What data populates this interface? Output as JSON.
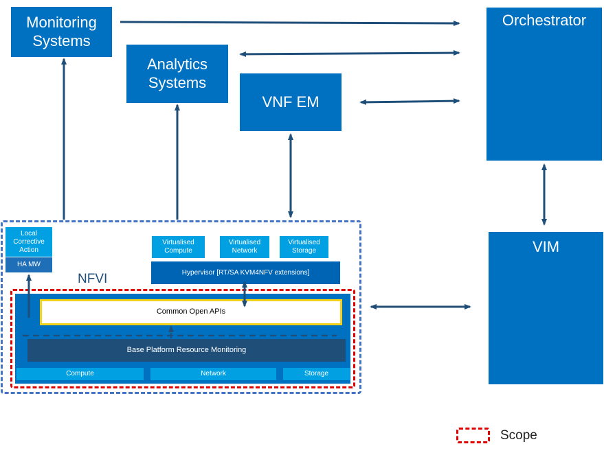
{
  "boxes": {
    "monitoring": "Monitoring Systems",
    "analytics": "Analytics Systems",
    "vnf_em": "VNF EM",
    "orchestrator": "Orchestrator",
    "vim": "VIM",
    "local_corrective": "Local Corrective Action",
    "ha_mw": "HA MW",
    "virt_compute": "Virtualised Compute",
    "virt_network": "Virtualised Network",
    "virt_storage": "Virtualised Storage",
    "hypervisor": "Hypervisor [RT/SA KVM4NFV extensions]",
    "common_apis": "Common Open APIs",
    "base_platform": "Base Platform Resource Monitoring",
    "compute": "Compute",
    "network": "Network",
    "storage": "Storage"
  },
  "labels": {
    "nfvi": "NFVI"
  },
  "legend": {
    "scope": "Scope"
  },
  "colors": {
    "primary_blue": "#0070c0",
    "light_blue": "#00a0e3",
    "dark_blue": "#1f4e79",
    "nfvi_border": "#4472c4",
    "scope_border": "#e00000",
    "apis_border": "#f2d21b",
    "arrow": "#1f4e79"
  }
}
